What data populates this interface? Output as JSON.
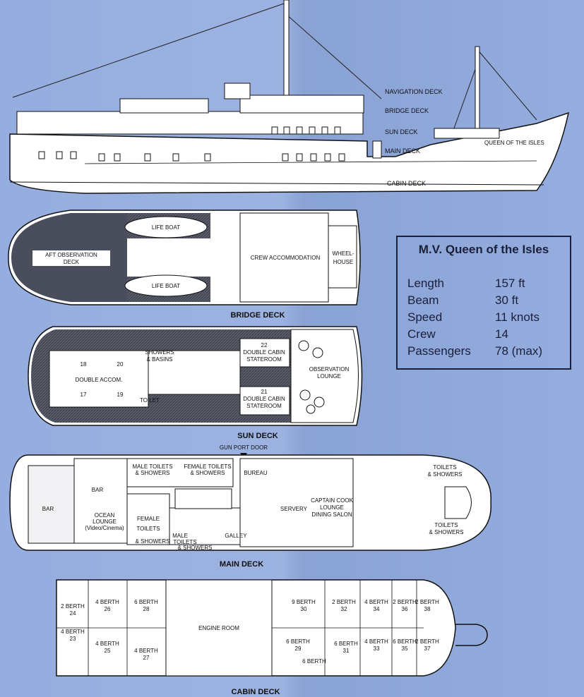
{
  "profile": {
    "ship_name_on_hull": "QUEEN OF THE ISLES",
    "deck_labels": [
      "NAVIGATION DECK",
      "BRIDGE DECK",
      "SUN DECK",
      "MAIN DECK",
      "CABIN DECK"
    ]
  },
  "bridge_deck": {
    "title": "BRIDGE DECK",
    "rooms": {
      "aft_observation_1": "AFT OBSERVATION",
      "aft_observation_2": "DECK",
      "life_boat_top": "LIFE BOAT",
      "life_boat_bottom": "LIFE BOAT",
      "crew_accommodation": "CREW ACCOMMODATION",
      "wheelhouse_1": "WHEEL-",
      "wheelhouse_2": "HOUSE"
    }
  },
  "sun_deck": {
    "title": "SUN DECK",
    "rooms": {
      "num_18": "18",
      "num_20": "20",
      "num_17": "17",
      "num_19": "19",
      "double_accom": "DOUBLE ACCOM.",
      "showers_1": "SHOWERS",
      "showers_2": "& BASINS",
      "toilet": "TOILET",
      "num_22": "22",
      "num_21": "21",
      "dcs_top_1": "DOUBLE CABIN",
      "dcs_top_2": "STATEROOM",
      "dcs_bot_1": "DOUBLE CABIN",
      "dcs_bot_2": "STATEROOM",
      "obs_1": "OBSERVATION",
      "obs_2": "LOUNGE"
    }
  },
  "main_deck": {
    "title": "MAIN DECK",
    "gun_port_door": "GUN PORT DOOR",
    "rooms": {
      "bar_1": "BAR",
      "bar_2": "BAR",
      "ocean_1": "OCEAN",
      "ocean_2": "LOUNGE",
      "ocean_3": "(Video/Cinema)",
      "male_top_1": "MALE TOILETS",
      "male_top_2": "& SHOWERS",
      "female_top_1": "FEMALE TOILETS",
      "female_top_2": "& SHOWERS",
      "female_1": "FEMALE",
      "female_2": "TOILETS",
      "female_3": "& SHOWERS",
      "male_1": "MALE",
      "male_2": "TOILETS",
      "male_3": "& SHOWERS",
      "galley": "GALLEY",
      "bureau": "BUREAU",
      "servery": "SERVERY",
      "captain_1": "CAPTAIN COOK",
      "captain_2": "LOUNGE",
      "captain_3": "DINING SALON",
      "ts_top_1": "TOILETS",
      "ts_top_2": "& SHOWERS",
      "ts_bot_1": "TOILETS",
      "ts_bot_2": "& SHOWERS"
    }
  },
  "cabin_deck": {
    "title": "CABIN DECK",
    "engine_room": "ENGINE ROOM",
    "cabins": [
      {
        "berth": "2 BERTH",
        "num": "24"
      },
      {
        "berth": "4 BERTH",
        "num": "26"
      },
      {
        "berth": "6 BERTH",
        "num": "28"
      },
      {
        "berth": "4 BERTH",
        "num": "23"
      },
      {
        "berth": "4 BERTH",
        "num": "25"
      },
      {
        "berth": "4 BERTH",
        "num": "27"
      },
      {
        "berth": "9 BERTH",
        "num": "30"
      },
      {
        "berth": "2 BERTH",
        "num": "32"
      },
      {
        "berth": "4 BERTH",
        "num": "34"
      },
      {
        "berth": "2 BERTH",
        "num": "36"
      },
      {
        "berth": "2 BERTH",
        "num": "38"
      },
      {
        "berth": "6 BERTH",
        "num": "29"
      },
      {
        "berth": "6 BERTH",
        "num": "31"
      },
      {
        "berth": "4 BERTH",
        "num": "33"
      },
      {
        "berth": "6 BERTH",
        "num": "35"
      },
      {
        "berth": "2 BERTH",
        "num": "37"
      }
    ],
    "extra": "6 BERTH"
  },
  "specs": {
    "title": "M.V. Queen of the Isles",
    "rows": [
      {
        "label": "Length",
        "value": "157 ft"
      },
      {
        "label": "Beam",
        "value": "30 ft"
      },
      {
        "label": "Speed",
        "value": "11 knots"
      },
      {
        "label": "Crew",
        "value": "14"
      },
      {
        "label": "Passengers",
        "value": "78 (max)"
      }
    ]
  },
  "colors": {
    "background": "#8fa9dd",
    "ink": "#1b1f3a",
    "deck_dark": "#4a4d5c",
    "paper": "#ffffff"
  }
}
